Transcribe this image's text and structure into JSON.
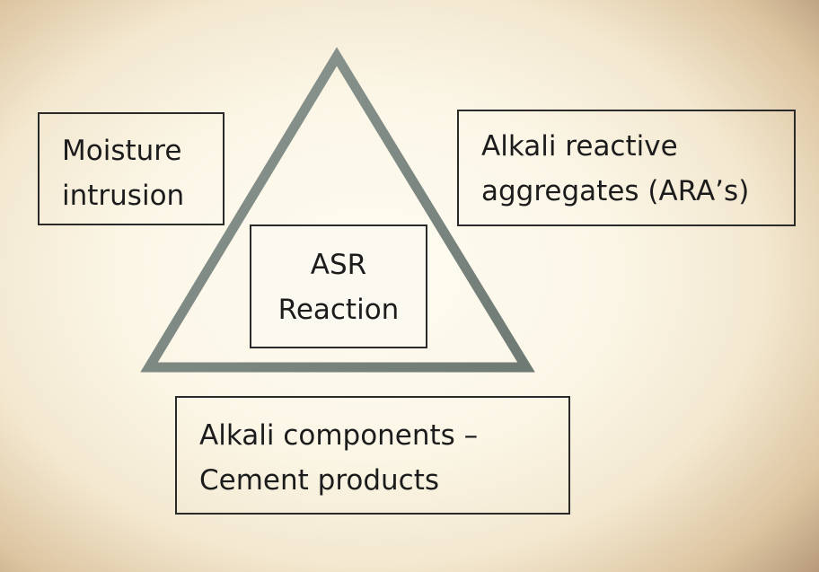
{
  "diagram": {
    "triangle_color": "#7f8a84",
    "nodes": {
      "moisture": {
        "line1": "Moisture",
        "line2": "intrusion"
      },
      "ara": {
        "line1": "Alkali reactive",
        "line2": "aggregates (ARA’s)"
      },
      "asr": {
        "line1": "ASR",
        "line2": "Reaction"
      },
      "alkali": {
        "line1": "Alkali components –",
        "line2": "Cement products"
      }
    }
  }
}
